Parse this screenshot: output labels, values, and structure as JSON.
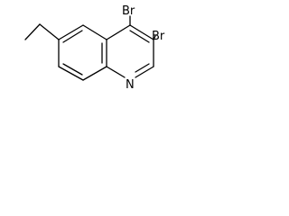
{
  "molecule": {
    "atoms": [
      {
        "id": "br4",
        "label": "Br"
      },
      {
        "id": "br3",
        "label": "Br"
      },
      {
        "id": "n1",
        "label": "N"
      }
    ],
    "colors": {
      "bond": "#000000",
      "label": "#000000",
      "background": "#ffffff"
    }
  }
}
